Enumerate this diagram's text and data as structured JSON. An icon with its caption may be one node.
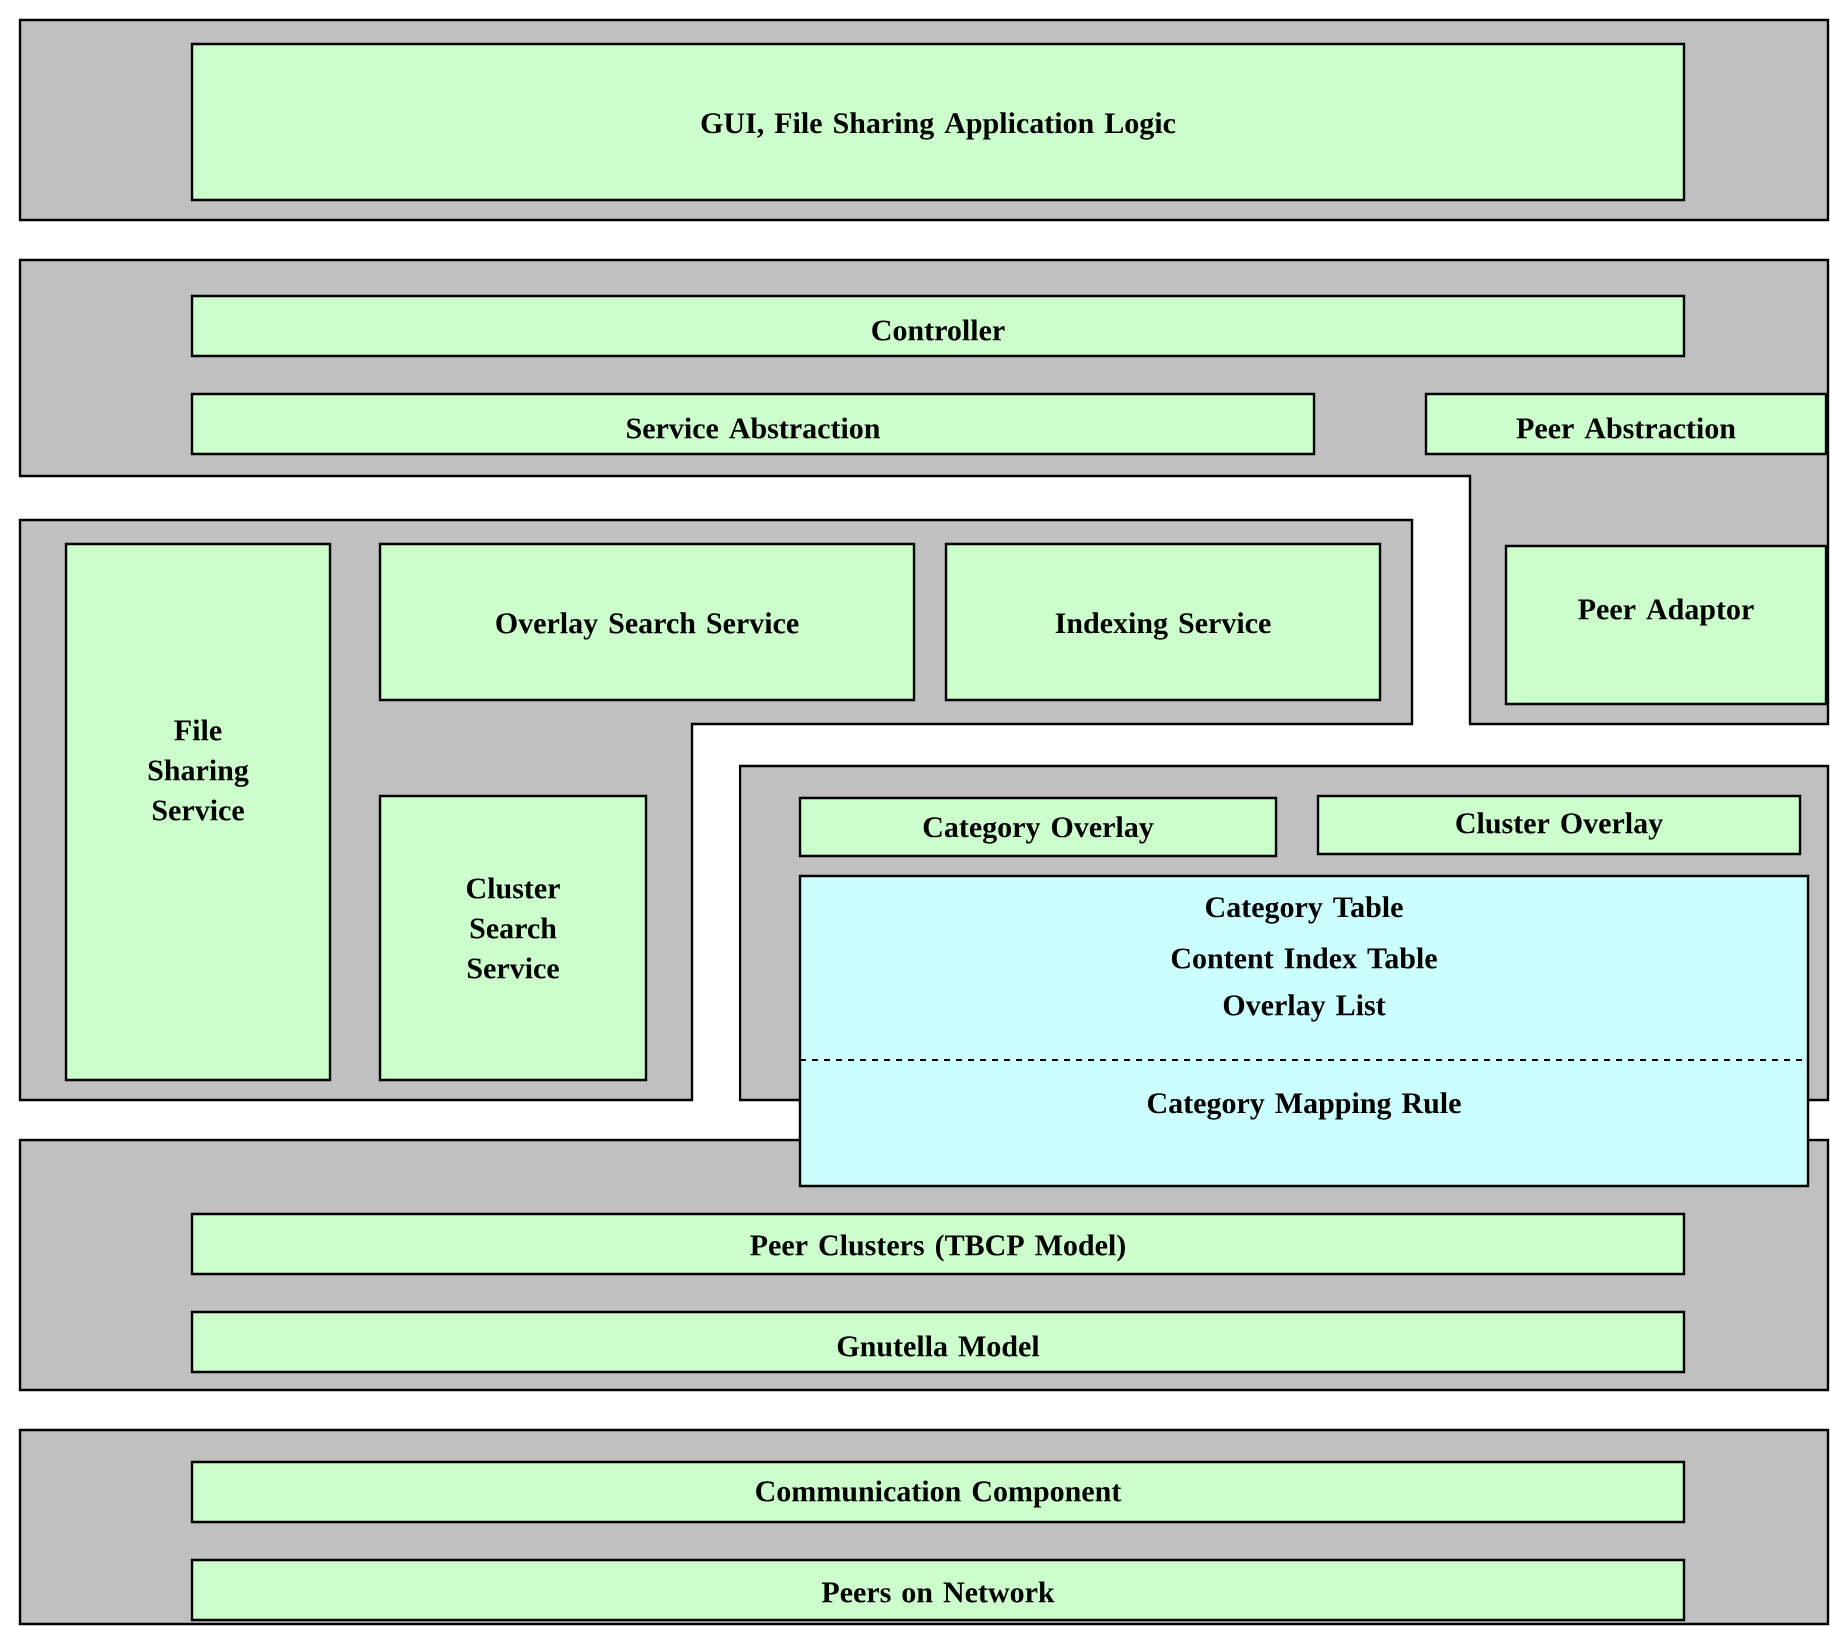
{
  "diagram": {
    "nodes": [
      {
        "text": [],
        "shape": "box"
      },
      {
        "text": [
          "GUI, File Sharing Application Logic"
        ],
        "in": 0
      },
      {
        "text": [],
        "shape": "box"
      },
      {
        "text": [
          "Controller"
        ],
        "in": 2
      },
      {
        "text": [
          "Service Abstraction"
        ],
        "in": 2
      },
      {
        "text": [
          "Peer Abstraction"
        ],
        "in": 2
      },
      {
        "text": [
          "Peer Adaptor"
        ],
        "in": 2
      },
      {
        "text": [],
        "shape": "box"
      },
      {
        "text": [
          "File Sharing Service"
        ],
        "in": 7
      },
      {
        "text": [
          "Overlay Search Service"
        ],
        "in": 7
      },
      {
        "text": [
          "Indexing Service"
        ],
        "in": 7
      },
      {
        "text": [
          "Cluster Search Service"
        ],
        "in": 7
      },
      {
        "text": [],
        "shape": "box"
      },
      {
        "text": [
          "Category Overlay"
        ],
        "in": 12
      },
      {
        "text": [
          "Cluster Overlay"
        ],
        "in": 12
      },
      {
        "text": [
          "Category Table",
          "Content Index Table",
          "Overlay List",
          "Category Mapping Rule"
        ]
      },
      {
        "text": [],
        "shape": "box"
      },
      {
        "text": [
          "Peer Clusters (TBCP Model)"
        ],
        "in": 16
      },
      {
        "text": [
          "Gnutella Model"
        ],
        "in": 16
      },
      {
        "text": [],
        "shape": "box"
      },
      {
        "text": [
          "Communication Component"
        ],
        "in": 19
      },
      {
        "text": [
          "Peers on Network"
        ],
        "in": 19
      }
    ]
  }
}
